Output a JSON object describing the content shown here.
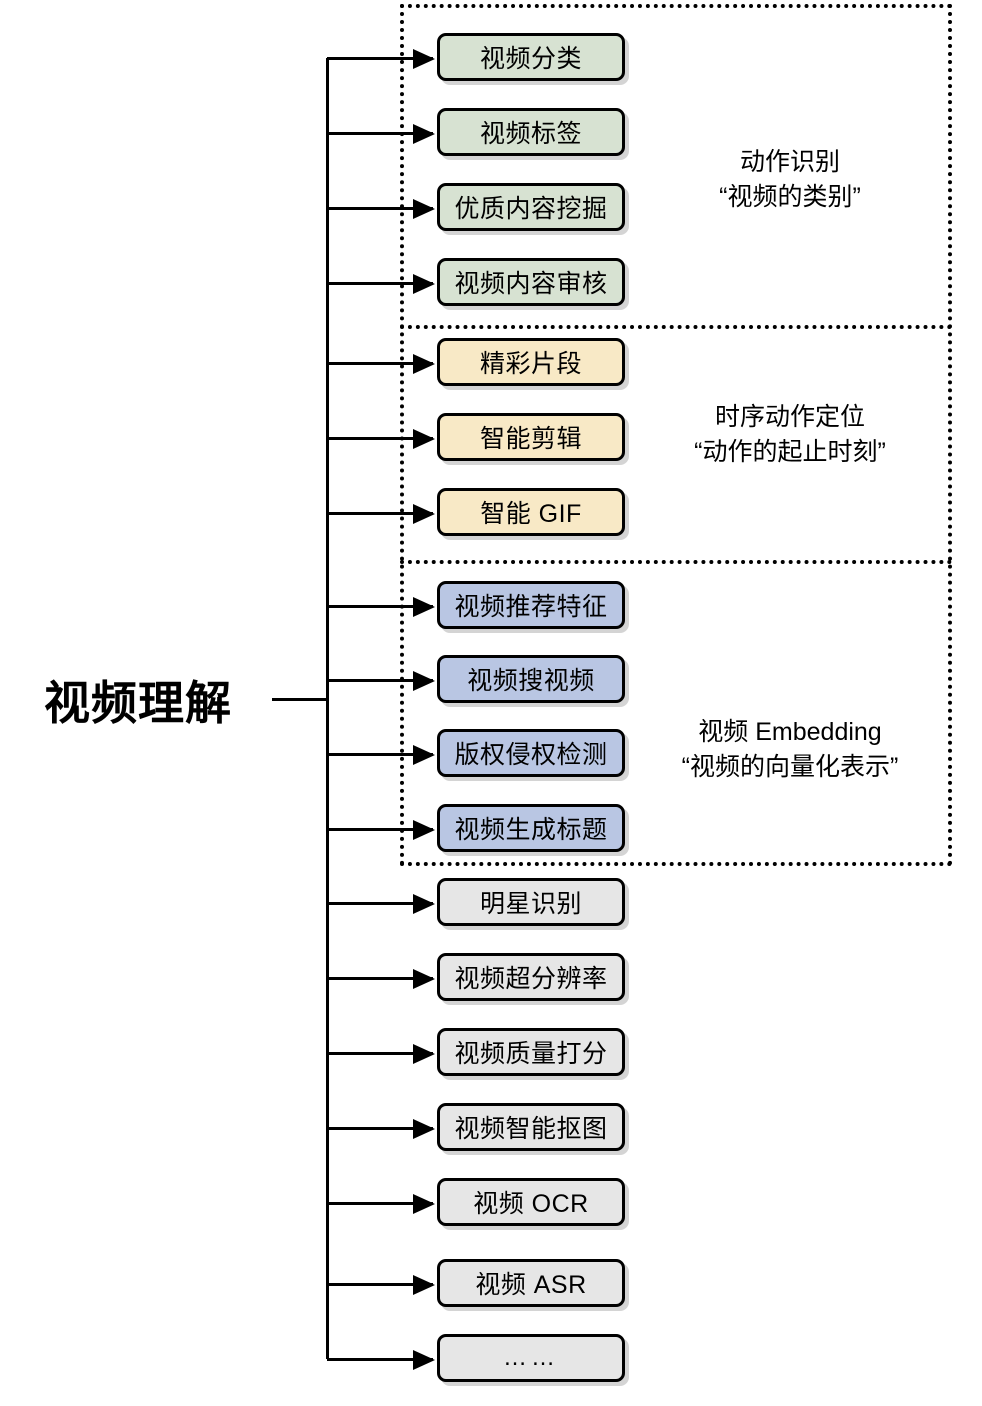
{
  "diagram": {
    "root": {
      "label": "视频理解"
    },
    "groups": [
      {
        "id": "action-recognition",
        "caption_title": "动作识别",
        "caption_sub": "“视频的类别”",
        "color": "#d7e2d2",
        "nodes": [
          {
            "label": "视频分类"
          },
          {
            "label": "视频标签"
          },
          {
            "label": "优质内容挖掘"
          },
          {
            "label": "视频内容审核"
          }
        ]
      },
      {
        "id": "temporal-action-localization",
        "caption_title": "时序动作定位",
        "caption_sub": "“动作的起止时刻”",
        "color": "#f8e9c6",
        "nodes": [
          {
            "label": "精彩片段"
          },
          {
            "label": "智能剪辑"
          },
          {
            "label": "智能 GIF"
          }
        ]
      },
      {
        "id": "video-embedding",
        "caption_title": "视频 Embedding",
        "caption_sub": "“视频的向量化表示”",
        "color": "#b9c6e3",
        "nodes": [
          {
            "label": "视频推荐特征"
          },
          {
            "label": "视频搜视频"
          },
          {
            "label": "版权侵权检测"
          },
          {
            "label": "视频生成标题"
          }
        ]
      },
      {
        "id": "other-tasks",
        "caption_title": "",
        "caption_sub": "",
        "color": "#e6e6e6",
        "nodes": [
          {
            "label": "明星识别"
          },
          {
            "label": "视频超分辨率"
          },
          {
            "label": "视频质量打分"
          },
          {
            "label": "视频智能抠图"
          },
          {
            "label": "视频 OCR"
          },
          {
            "label": "视频 ASR"
          },
          {
            "label": "……"
          }
        ]
      }
    ]
  }
}
